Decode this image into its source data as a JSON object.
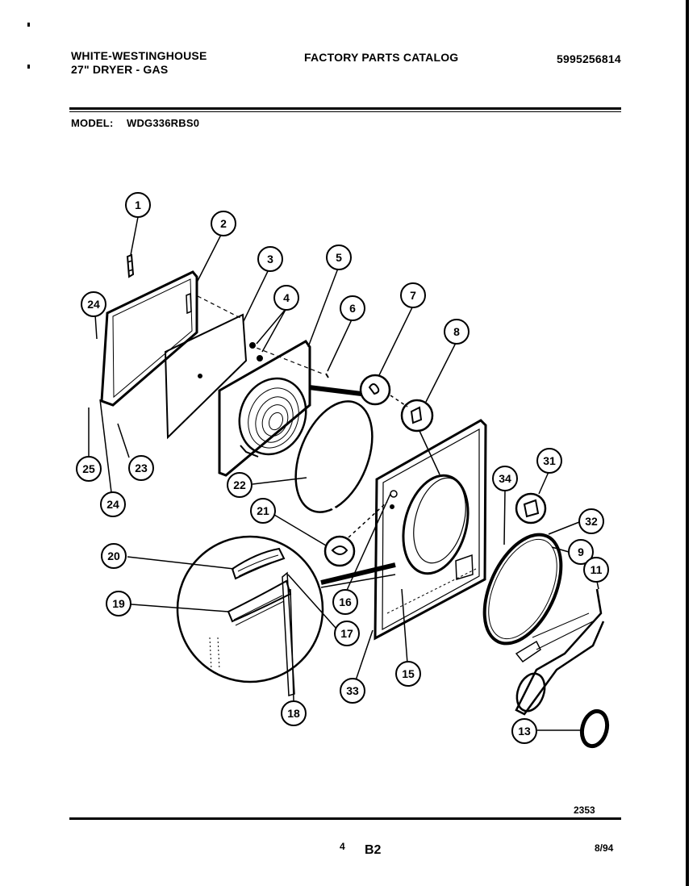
{
  "header": {
    "brand": "WHITE-WESTINGHOUSE",
    "product": "27\" DRYER - GAS",
    "catalog": "FACTORY PARTS CATALOG",
    "catalog_number": "5995256814",
    "model_label": "MODEL:",
    "model_value": "WDG336RBS0"
  },
  "diagram": {
    "callouts": [
      "1",
      "2",
      "3",
      "4",
      "5",
      "6",
      "7",
      "8",
      "24",
      "23",
      "25",
      "24",
      "22",
      "31",
      "34",
      "32",
      "9",
      "11",
      "21",
      "20",
      "16",
      "19",
      "17",
      "15",
      "33",
      "18",
      "13"
    ]
  },
  "footer": {
    "drawing_number": "2353",
    "page_number": "4",
    "section": "B2",
    "date": "8/94"
  }
}
